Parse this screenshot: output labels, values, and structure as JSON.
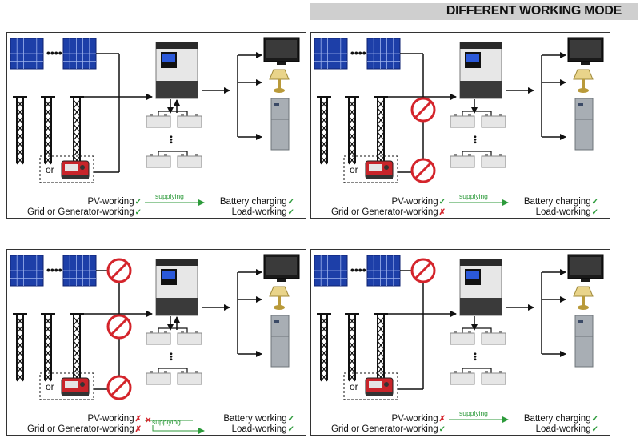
{
  "header": {
    "title": "DIFFERENT WORKING MODE"
  },
  "colors": {
    "ok": "#2c9a3a",
    "no": "#d4242b",
    "panel_blue": "#1d3fa8"
  },
  "panels": [
    {
      "or_label": "or",
      "pv_label": "PV-working",
      "pv_status": "✓",
      "grid_label": "Grid  or Generator-working",
      "grid_status": "✓",
      "supplying": "supplying",
      "bat_label": "Battery charging",
      "bat_status": "✓",
      "load_label": "Load-working",
      "load_status": "✓"
    },
    {
      "or_label": "or",
      "pv_label": "PV-working",
      "pv_status": "✓",
      "grid_label": "Grid  or Generator-working",
      "grid_status": "✗",
      "supplying": "supplying",
      "bat_label": "Battery charging",
      "bat_status": "✓",
      "load_label": "Load-working",
      "load_status": "✓"
    },
    {
      "or_label": "or",
      "pv_label": "PV-working",
      "pv_status": "✗",
      "grid_label": "Grid  or Generator-working",
      "grid_status": "✗",
      "supplying": "supplying",
      "bat_label": "Battery working",
      "bat_status": "✓",
      "load_label": "Load-working",
      "load_status": "✓"
    },
    {
      "or_label": "or",
      "pv_label": "PV-working",
      "pv_status": "✗",
      "grid_label": "Grid  or Generator-working",
      "grid_status": "✓",
      "supplying": "supplying",
      "bat_label": "Battery charging",
      "bat_status": "✓",
      "load_label": "Load-working",
      "load_status": "✓"
    }
  ],
  "dots": "•••••"
}
